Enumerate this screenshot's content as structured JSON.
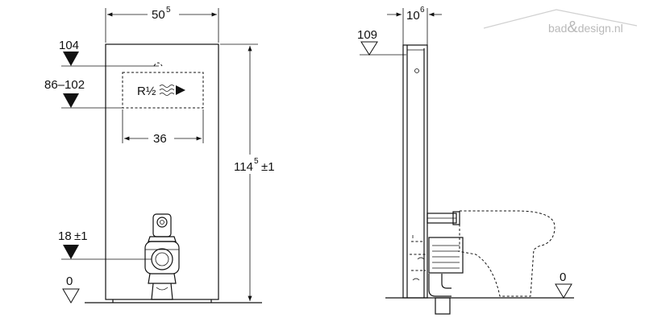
{
  "watermark": {
    "part1": "bad",
    "amp": "&",
    "part2": "design.nl"
  },
  "front_view": {
    "width_dim": {
      "base": "50",
      "sup": "5"
    },
    "height_dim": {
      "base": "114",
      "sup": "5",
      "tol": "±1"
    },
    "level_104": "104",
    "level_86_102": "86–102",
    "inlet_label": "R½",
    "inlet_width": "36",
    "level_18": {
      "base": "18",
      "tol": "±1"
    },
    "level_0": "0"
  },
  "side_view": {
    "depth_dim": {
      "base": "10",
      "sup": "6"
    },
    "level_109": "109",
    "level_0": "0"
  }
}
